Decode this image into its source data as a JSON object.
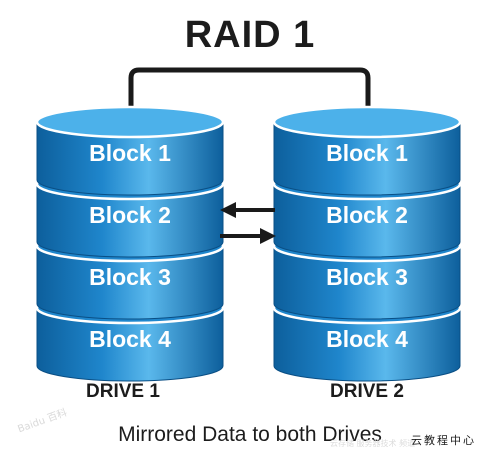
{
  "title": "RAID 1",
  "drives": [
    {
      "label": "DRIVE 1",
      "blocks": [
        "Block 1",
        "Block 2",
        "Block 3",
        "Block 4"
      ]
    },
    {
      "label": "DRIVE 2",
      "blocks": [
        "Block 1",
        "Block 2",
        "Block 3",
        "Block 4"
      ]
    }
  ],
  "caption": "Mirrored Data to both Drives",
  "watermarks": {
    "left": "Baidu 百科",
    "right": "云教程中心",
    "faint": "云存储 服务器技术 频道"
  },
  "colors": {
    "disk_dark": "#0d5f9c",
    "disk_mid": "#1f86cc",
    "disk_light": "#5ab8ec",
    "disk_top": "#4cb1ea",
    "connector": "#1a1a1a",
    "text": "#1c1c1c"
  }
}
